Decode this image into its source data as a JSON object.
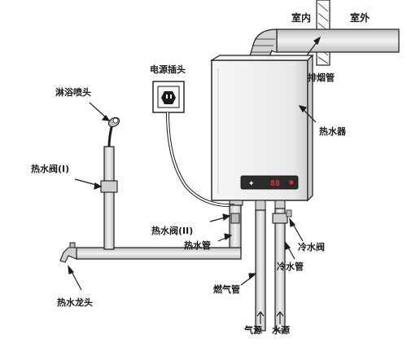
{
  "labels": {
    "indoor": "室内",
    "outdoor": "室外",
    "power_socket": "电源插头",
    "shower_head": "淋浴喷头",
    "flue_pipe": "排烟管",
    "water_heater": "热水器",
    "hot_valve_1": "热水阀(I)",
    "hot_valve_2": "热水阀(II)",
    "hot_water_pipe": "热水管",
    "cold_valve": "冷水阀",
    "gas_pipe": "燃气管",
    "cold_water_pipe": "冷水管",
    "hot_faucet": "热水龙头",
    "gas_source": "气源",
    "water_source": "水源"
  },
  "display": {
    "brand_mark": "✦",
    "readout": "88"
  },
  "colors": {
    "line": "#1a1a1a",
    "pipe_fill": "#d9d9d9",
    "heater_body": "#efefef",
    "display_panel": "#2b2b2b",
    "display_digits": "#e03030"
  }
}
